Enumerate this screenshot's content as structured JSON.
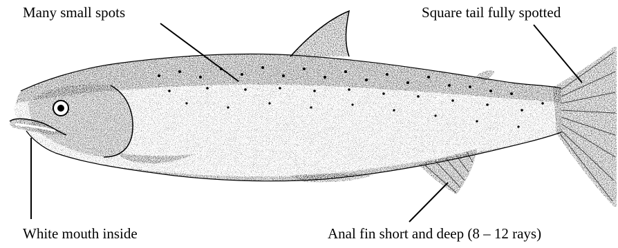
{
  "labels": {
    "spots": "Many small spots",
    "tail": "Square tail fully spotted",
    "mouth": "White mouth inside",
    "anal_fin": "Anal fin short and deep (8 – 12 rays)"
  },
  "colors": {
    "ink": "#000000",
    "paper": "#ffffff"
  }
}
